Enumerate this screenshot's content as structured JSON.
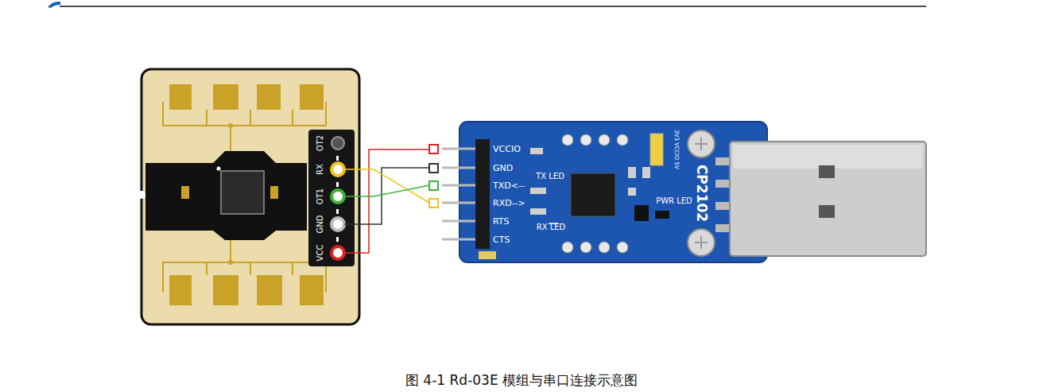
{
  "diagram": {
    "caption": "图 4-1 Rd-03E 模组与串口连接示意图",
    "labels": [
      "OT2",
      "RX",
      "OT1",
      "GND",
      "VCC",
      "VCCIO",
      "GND",
      "TXD<--",
      "RXD-->",
      "RTS",
      "CTS",
      "TX LED",
      "RX LED",
      "3V3 VCCIO 5V",
      "PWR LED",
      "CP2102"
    ]
  }
}
